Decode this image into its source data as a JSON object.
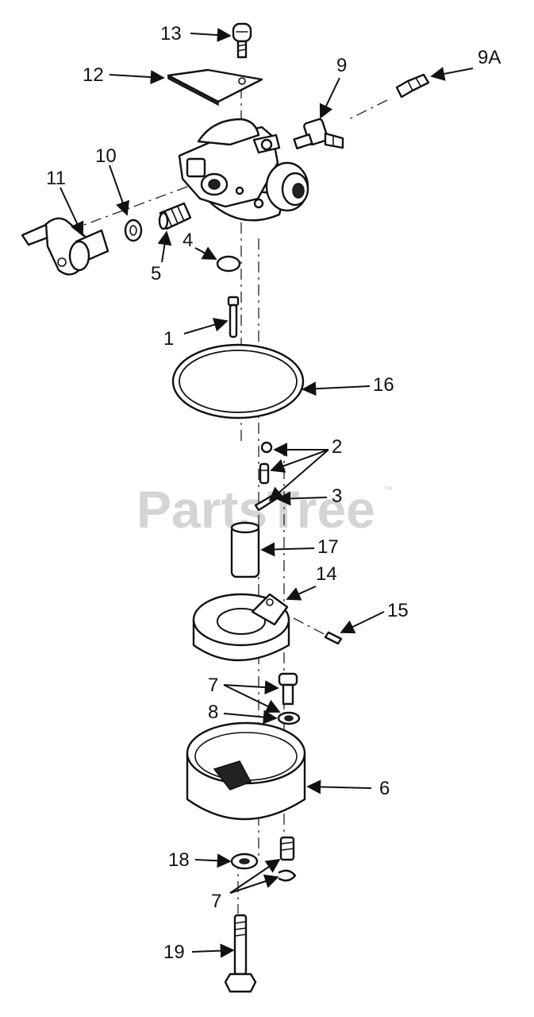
{
  "watermark": {
    "text": "PartsTree",
    "trademark": "™"
  },
  "callouts": [
    "13",
    "12",
    "9",
    "9A",
    "10",
    "11",
    "4",
    "5",
    "1",
    "16",
    "2",
    "3",
    "17",
    "14",
    "15",
    "7",
    "8",
    "6",
    "18",
    "7",
    "19"
  ],
  "colors": {
    "ink": "#111111",
    "watermark": "#d4d4d4",
    "background": "#ffffff"
  }
}
